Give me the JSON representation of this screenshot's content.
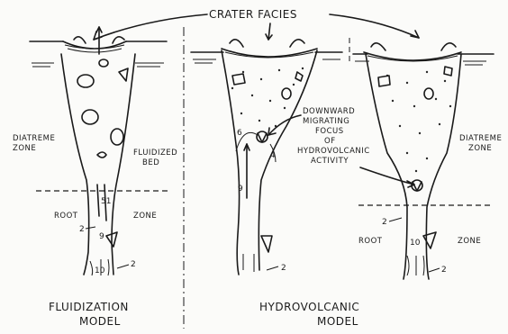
{
  "labels": {
    "crater_facies": "CRATER FACIES",
    "diatreme_zone_left_1": "DIATREME",
    "diatreme_zone_left_2": "ZONE",
    "diatreme_zone_right_1": "DIATREME",
    "diatreme_zone_right_2": "ZONE",
    "fluidized_bed_1": "FLUIDIZED",
    "fluidized_bed_2": "BED",
    "root_left": "ROOT",
    "zone_left": "ZONE",
    "root_right": "ROOT",
    "zone_right": "ZONE",
    "downward_1": "DOWNWARD",
    "downward_2": "MIGRATING",
    "downward_3": "FOCUS",
    "downward_4": "OF",
    "downward_5": "HYDROVOLCANIC",
    "downward_6": "ACTIVITY",
    "model_left_1": "FLUIDIZATION",
    "model_left_2": "MODEL",
    "model_right_1": "HYDROVOLCANIC",
    "model_right_2": "MODEL"
  },
  "numbers": {
    "n_51": "51",
    "n_2a": "2",
    "n_9a": "9",
    "n_10a": "10",
    "n_2b": "2",
    "n_6": "6",
    "n_4": "4",
    "n_9b": "9",
    "n_2c": "2",
    "n_2d": "2",
    "n_10b": "10",
    "n_2e": "2"
  },
  "colors": {
    "ink": "#1a1a1a",
    "paper": "#fbfbf9"
  }
}
